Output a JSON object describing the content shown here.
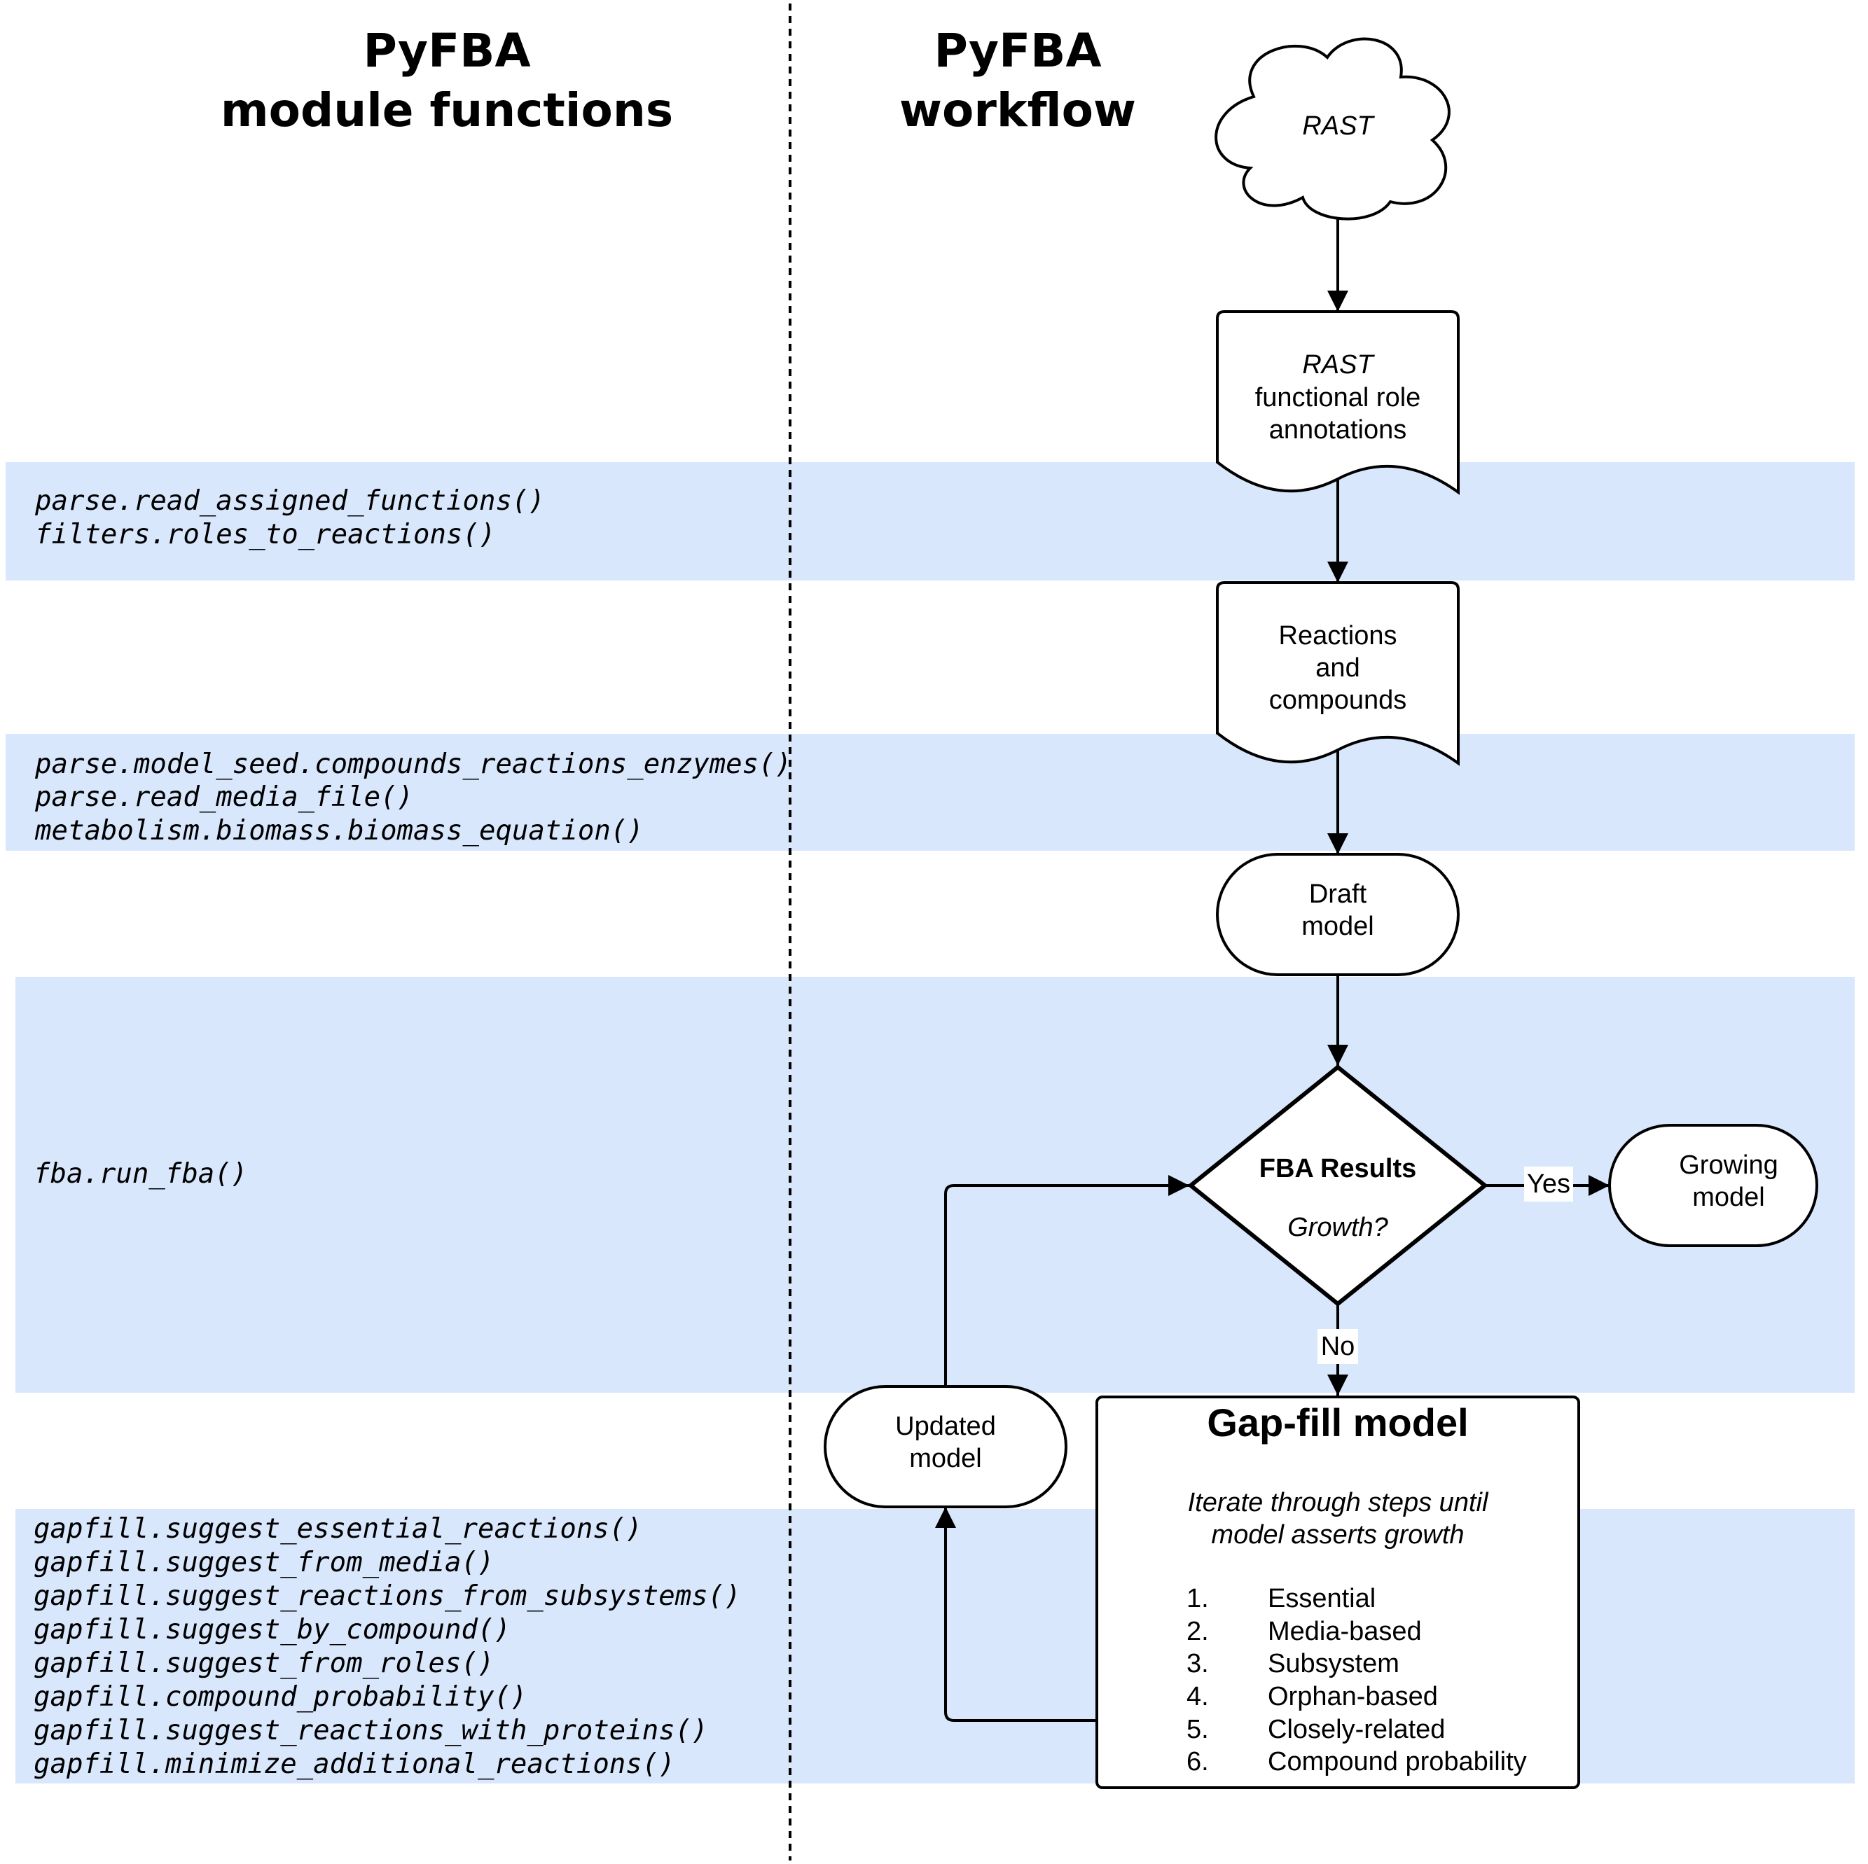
{
  "left_title": {
    "line1": "PyFBA",
    "line2": "module functions"
  },
  "right_title": {
    "line1": "PyFBA",
    "line2": "workflow"
  },
  "function_groups": [
    {
      "functions": [
        "parse.read_assigned_functions()",
        "filters.roles_to_reactions()"
      ]
    },
    {
      "functions": [
        "parse.model_seed.compounds_reactions_enzymes()",
        "parse.read_media_file()",
        "metabolism.biomass.biomass_equation()"
      ]
    },
    {
      "functions": [
        "fba.run_fba()"
      ]
    },
    {
      "functions": [
        "gapfill.suggest_essential_reactions()",
        "gapfill.suggest_from_media()",
        "gapfill.suggest_reactions_from_subsystems()",
        "gapfill.suggest_by_compound()",
        "gapfill.suggest_from_roles()",
        "gapfill.compound_probability()",
        "gapfill.suggest_reactions_with_proteins()",
        "gapfill.minimize_additional_reactions()"
      ]
    }
  ],
  "workflow": {
    "rast": "RAST",
    "annotations": {
      "line1": "RAST",
      "line2": "functional role",
      "line3": "annotations"
    },
    "reactions": {
      "line1": "Reactions",
      "line2": "and",
      "line3": "compounds"
    },
    "draft": {
      "line1": "Draft",
      "line2": "model"
    },
    "decision": {
      "title": "FBA Results",
      "question": "Growth?"
    },
    "growing": {
      "line1": "Growing",
      "line2": "model"
    },
    "updated": {
      "line1": "Updated",
      "line2": "model"
    },
    "yes_label": "Yes",
    "no_label": "No",
    "gapfill": {
      "title": "Gap-fill model",
      "subtitle1": "Iterate through steps until",
      "subtitle2": "model asserts growth",
      "steps": [
        {
          "num": "1.",
          "label": "Essential"
        },
        {
          "num": "2.",
          "label": "Media-based"
        },
        {
          "num": "3.",
          "label": "Subsystem"
        },
        {
          "num": "4.",
          "label": "Orphan-based"
        },
        {
          "num": "5.",
          "label": "Closely-related"
        },
        {
          "num": "6.",
          "label": "Compound probability"
        }
      ]
    }
  }
}
